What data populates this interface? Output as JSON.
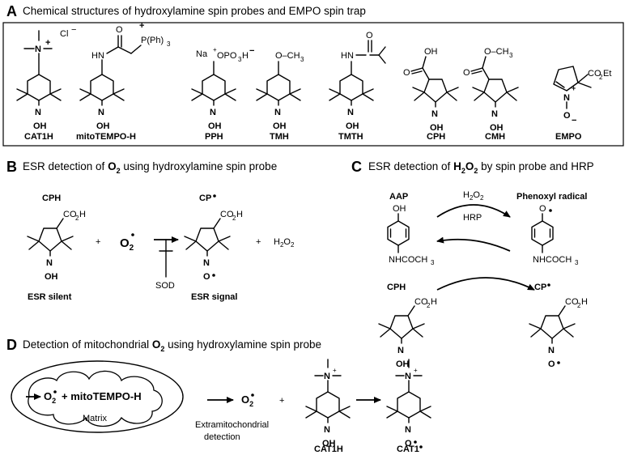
{
  "panel_a": {
    "letter": "A",
    "title": "Chemical structures of hydroxylamine spin probes and EMPO spin trap",
    "labels": {
      "cat1h": "CAT1H",
      "mitotempo": "mitoTEMPO-H",
      "pph": "PPH",
      "tmh": "TMH",
      "tmth": "TMTH",
      "cph": "CPH",
      "cmh": "CMH",
      "empo": "EMPO"
    },
    "groups": {
      "oh": "OH",
      "o_minus": "O",
      "n": "N",
      "cl": "Cl",
      "plus": "+",
      "minus": "−",
      "hn": "HN",
      "o": "O",
      "pph3": "P(Ph)",
      "pph3_sub": "3",
      "na": "Na",
      "opo3h": "OPO",
      "opo3h_sub": "3",
      "opo3h_h": "H",
      "och3": "O–CH",
      "och3_sub": "3",
      "cooh": "OH",
      "co2et": "CO",
      "co2et_sub": "2",
      "co2et_et": "Et",
      "ch3": "CH",
      "ch3_sub": "3"
    }
  },
  "panel_b": {
    "letter": "B",
    "title_pre": "ESR detection of ",
    "title_species": "O",
    "title_sub": "2",
    "title_post": " using hydroxylamine spin probe",
    "cph_label": "CPH",
    "cp_label": "CP",
    "co2h": "CO",
    "co2h_sub": "2",
    "co2h_h": "H",
    "plus": "+",
    "o2": "O",
    "o2_sub": "2",
    "sod": "SOD",
    "h2o2": "H",
    "h2o2_sub1": "2",
    "h2o2_o": "O",
    "h2o2_sub2": "2",
    "esr_silent": "ESR silent",
    "esr_signal": "ESR signal",
    "oh": "OH",
    "n": "N",
    "o": "O"
  },
  "panel_c": {
    "letter": "C",
    "title_pre": "ESR detection of ",
    "title_species": "H",
    "title_sub1": "2",
    "title_o": "O",
    "title_sub2": "2",
    "title_post": " by spin probe and HRP",
    "aap": "AAP",
    "phenoxyl": "Phenoxyl radical",
    "h2o2": "H",
    "h2o2_sub": "2",
    "h2o2_o": "O",
    "h2o2_sub2": "2",
    "hrp": "HRP",
    "oh": "OH",
    "o": "O",
    "nhcoch3": "NHCOCH",
    "nhcoch3_sub": "3",
    "cph": "CPH",
    "cp": "CP",
    "co2h": "CO",
    "co2h_sub": "2",
    "co2h_h": "H",
    "n": "N"
  },
  "panel_d": {
    "letter": "D",
    "title_pre": "Detection of mitochondrial ",
    "title_species": "O",
    "title_sub": "2",
    "title_post": " using hydroxylamine spin probe",
    "o2": "O",
    "o2_sub": "2",
    "plus_mito": "+ mitoTEMPO-H",
    "matrix": "Matrix",
    "extra_1": "Extramitochondrial",
    "extra_2": "detection",
    "plus": "+",
    "cat1h": "CAT1H",
    "cat1": "CAT1",
    "n": "N",
    "oh": "OH",
    "o": "O"
  },
  "colors": {
    "ink": "#000000",
    "background": "#ffffff"
  }
}
